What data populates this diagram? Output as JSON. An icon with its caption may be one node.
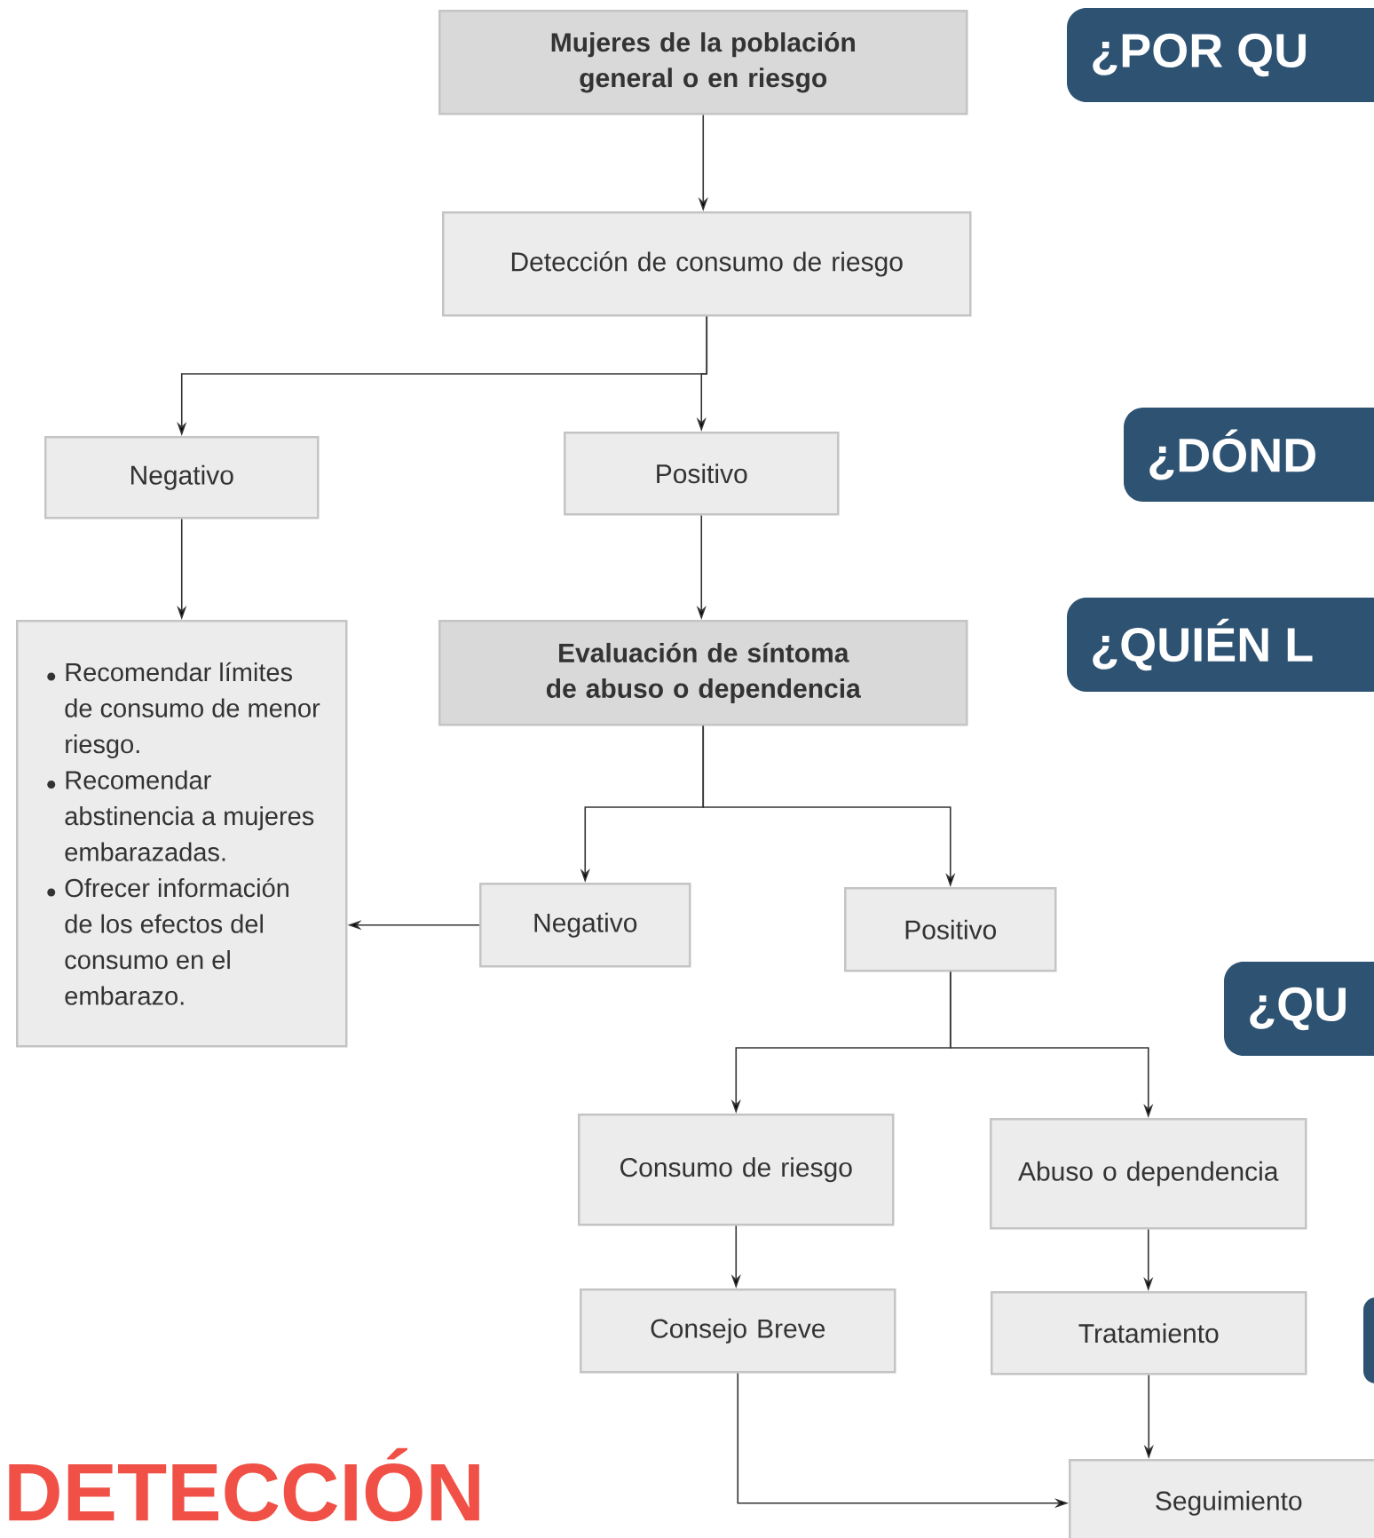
{
  "diagram": {
    "nodes": [
      {
        "text": [
          "Mujeres de la población general o en riesgo"
        ]
      },
      {
        "text": [
          "Detección de consumo de riesgo"
        ]
      },
      {
        "text": [
          "Negativo"
        ]
      },
      {
        "text": [
          "Positivo"
        ]
      },
      {
        "text": [
          "Recomendar límites de consumo de menor riesgo.",
          "Recomendar abstinencia a mujeres embarazadas.",
          "Ofrecer información de los efectos del consumo en el embarazo."
        ]
      },
      {
        "text": [
          "Evaluación de síntoma de abuso o dependencia"
        ]
      },
      {
        "text": [
          "Negativo"
        ]
      },
      {
        "text": [
          "Positivo"
        ]
      },
      {
        "text": [
          "Consumo de riesgo"
        ]
      },
      {
        "text": [
          "Abuso o dependencia"
        ]
      },
      {
        "text": [
          "Consejo Breve"
        ]
      },
      {
        "text": [
          "Tratamiento"
        ]
      },
      {
        "text": [
          "Seguimiento"
        ]
      }
    ],
    "edges": [
      {
        "from": 0,
        "to": 1,
        "arrow": "to"
      },
      {
        "from": 1,
        "to": 2,
        "arrow": "to"
      },
      {
        "from": 1,
        "to": 3,
        "arrow": "to"
      },
      {
        "from": 2,
        "to": 4,
        "arrow": "to"
      },
      {
        "from": 3,
        "to": 5,
        "arrow": "to"
      },
      {
        "from": 5,
        "to": 6,
        "arrow": "to"
      },
      {
        "from": 5,
        "to": 7,
        "arrow": "to"
      },
      {
        "from": 6,
        "to": 4,
        "arrow": "to"
      },
      {
        "from": 7,
        "to": 8,
        "arrow": "to"
      },
      {
        "from": 7,
        "to": 9,
        "arrow": "to"
      },
      {
        "from": 8,
        "to": 10,
        "arrow": "to"
      },
      {
        "from": 9,
        "to": 11,
        "arrow": "to"
      },
      {
        "from": 10,
        "to": 12,
        "arrow": "to"
      },
      {
        "from": 11,
        "to": 12,
        "arrow": "to"
      }
    ],
    "labels": [
      "¿POR QU",
      "¿DÓND",
      "¿QUIÉN L",
      "¿QU",
      "DETECCIÓN"
    ]
  }
}
